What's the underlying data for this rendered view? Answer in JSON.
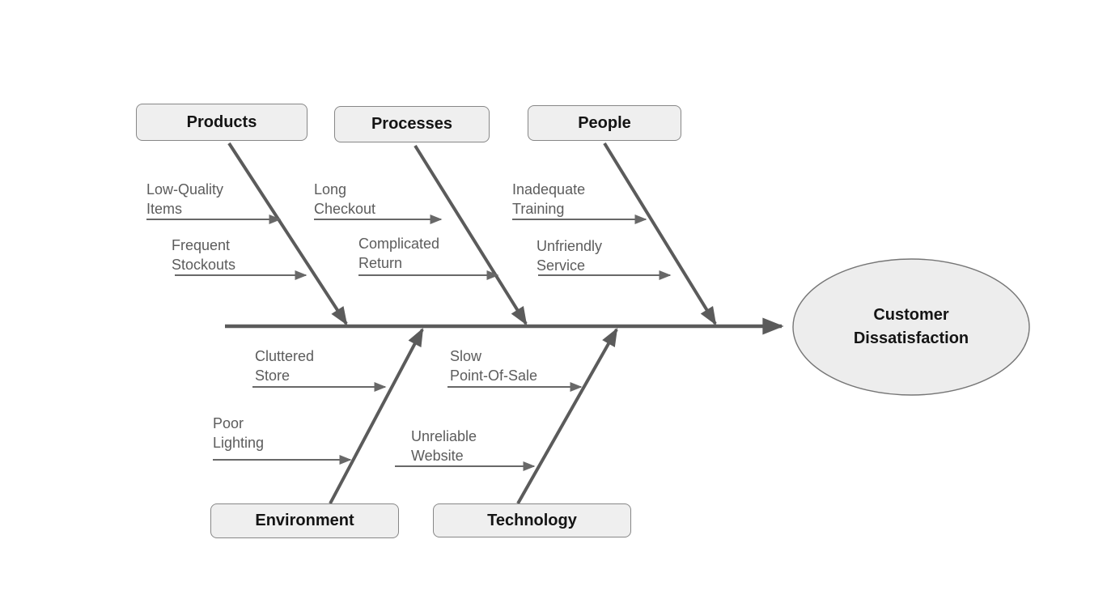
{
  "diagram": {
    "type": "fishbone",
    "effect": {
      "label": "Customer\nDissatisfaction"
    },
    "categories": [
      {
        "label": "Products",
        "position": "top",
        "causes": [
          {
            "label": "Low-Quality\nItems"
          },
          {
            "label": "Frequent\nStockouts"
          }
        ]
      },
      {
        "label": "Processes",
        "position": "top",
        "causes": [
          {
            "label": "Long\nCheckout"
          },
          {
            "label": "Complicated\nReturn"
          }
        ]
      },
      {
        "label": "People",
        "position": "top",
        "causes": [
          {
            "label": "Inadequate\nTraining"
          },
          {
            "label": "Unfriendly\nService"
          }
        ]
      },
      {
        "label": "Environment",
        "position": "bottom",
        "causes": [
          {
            "label": "Cluttered\nStore"
          },
          {
            "label": "Poor\nLighting"
          }
        ]
      },
      {
        "label": "Technology",
        "position": "bottom",
        "causes": [
          {
            "label": "Slow\nPoint-Of-Sale"
          },
          {
            "label": "Unreliable\nWebsite"
          }
        ]
      }
    ],
    "colors": {
      "background": "#ffffff",
      "bone_line": "#5b5b5b",
      "cause_arrow": "#686868",
      "cause_text": "#5c5c5c",
      "box_fill": "#efefef",
      "box_border": "#878787",
      "ellipse_fill": "#ededed",
      "ellipse_border": "#767676",
      "category_text": "#141414"
    }
  }
}
